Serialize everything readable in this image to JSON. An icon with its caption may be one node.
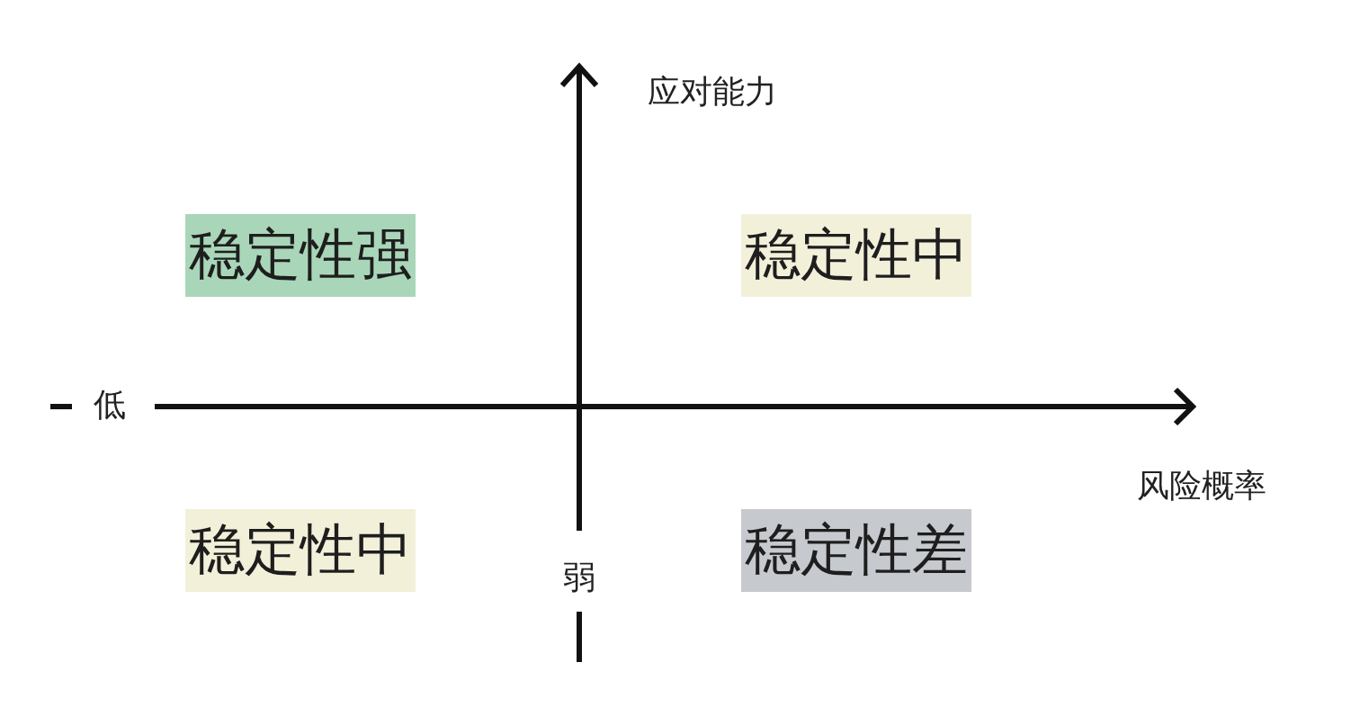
{
  "diagram": {
    "nodes": [
      {
        "text": [
          "稳定性强"
        ]
      },
      {
        "text": [
          "稳定性中"
        ]
      },
      {
        "text": [
          "稳定性中"
        ]
      },
      {
        "text": [
          "稳定性差"
        ]
      }
    ],
    "labels": [
      "应对能力",
      "低",
      "风险概率",
      "弱"
    ]
  }
}
